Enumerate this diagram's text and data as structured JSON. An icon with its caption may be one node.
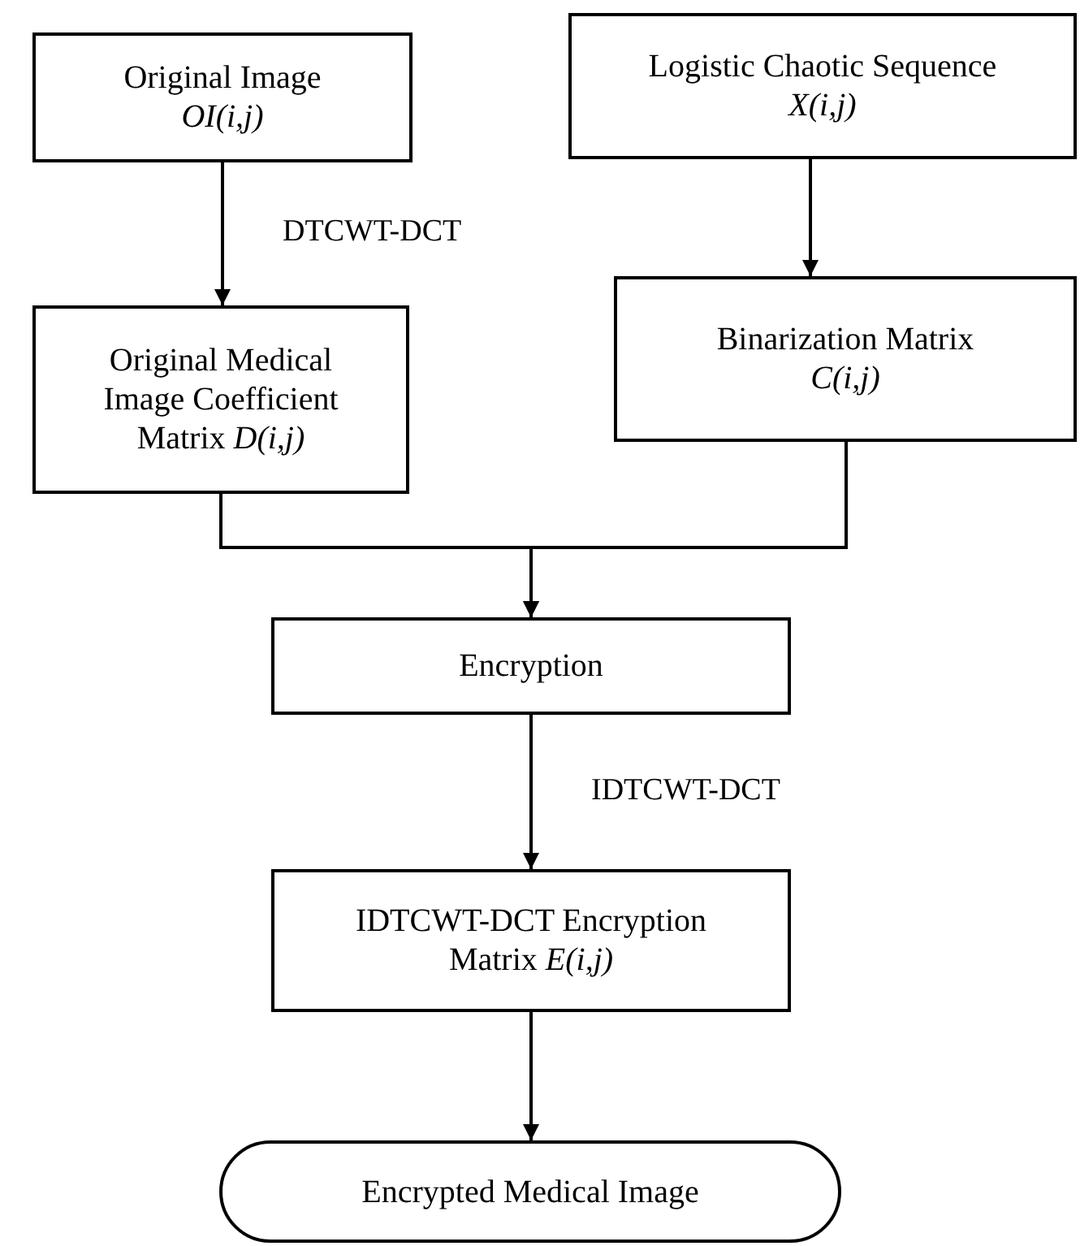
{
  "diagram": {
    "nodes": [
      {
        "text": [
          "Original Image *OI(i,j)*"
        ]
      },
      {
        "text": [
          "Logistic Chaotic Sequence *X(i,j)*"
        ]
      },
      {
        "text": [
          "Original Medical Image Coefficient Matrix *D(i,j)*"
        ]
      },
      {
        "text": [
          "Binarization Matrix *C(i,j)*"
        ]
      },
      {
        "text": [
          "Encryption"
        ]
      },
      {
        "text": [
          "IDTCWT-DCT Encryption Matrix *E(i,j)*"
        ]
      },
      {
        "text": [
          "Encrypted Medical Image"
        ]
      }
    ],
    "edges": [
      {
        "from": 0,
        "to": 2,
        "arrow": "to",
        "label": "DTCWT-DCT"
      },
      {
        "from": 1,
        "to": 3,
        "arrow": "to"
      },
      {
        "from": 2,
        "to": 4,
        "arrow": "to"
      },
      {
        "from": 3,
        "to": 4,
        "arrow": "to"
      },
      {
        "from": 4,
        "to": 5,
        "arrow": "to",
        "label": "IDTCWT-DCT"
      },
      {
        "from": 5,
        "to": 6,
        "arrow": "to"
      }
    ]
  }
}
